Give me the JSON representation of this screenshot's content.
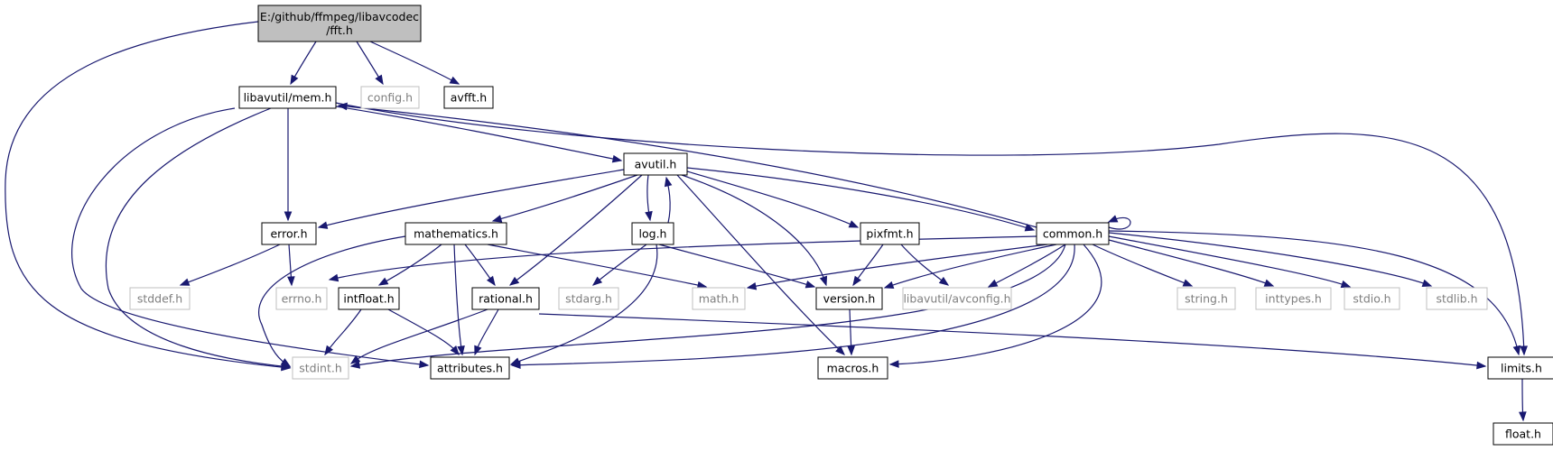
{
  "graph": {
    "nodes": [
      {
        "id": "fft",
        "lines": [
          "E:/github/ffmpeg/libavcodec",
          "/fft.h"
        ],
        "kind": "root"
      },
      {
        "id": "mem",
        "lines": [
          "libavutil/mem.h"
        ],
        "kind": "documented"
      },
      {
        "id": "config",
        "lines": [
          "config.h"
        ],
        "kind": "external"
      },
      {
        "id": "avfft",
        "lines": [
          "avfft.h"
        ],
        "kind": "documented"
      },
      {
        "id": "avutil",
        "lines": [
          "avutil.h"
        ],
        "kind": "documented"
      },
      {
        "id": "error",
        "lines": [
          "error.h"
        ],
        "kind": "documented"
      },
      {
        "id": "mathematics",
        "lines": [
          "mathematics.h"
        ],
        "kind": "documented"
      },
      {
        "id": "log",
        "lines": [
          "log.h"
        ],
        "kind": "documented"
      },
      {
        "id": "pixfmt",
        "lines": [
          "pixfmt.h"
        ],
        "kind": "documented"
      },
      {
        "id": "common",
        "lines": [
          "common.h"
        ],
        "kind": "documented"
      },
      {
        "id": "stddef",
        "lines": [
          "stddef.h"
        ],
        "kind": "external"
      },
      {
        "id": "errno",
        "lines": [
          "errno.h"
        ],
        "kind": "external"
      },
      {
        "id": "intfloat",
        "lines": [
          "intfloat.h"
        ],
        "kind": "documented"
      },
      {
        "id": "rational",
        "lines": [
          "rational.h"
        ],
        "kind": "documented"
      },
      {
        "id": "stdarg",
        "lines": [
          "stdarg.h"
        ],
        "kind": "external"
      },
      {
        "id": "math",
        "lines": [
          "math.h"
        ],
        "kind": "external"
      },
      {
        "id": "version",
        "lines": [
          "version.h"
        ],
        "kind": "documented"
      },
      {
        "id": "avconfig",
        "lines": [
          "libavutil/avconfig.h"
        ],
        "kind": "external"
      },
      {
        "id": "string",
        "lines": [
          "string.h"
        ],
        "kind": "external"
      },
      {
        "id": "inttypes",
        "lines": [
          "inttypes.h"
        ],
        "kind": "external"
      },
      {
        "id": "stdio",
        "lines": [
          "stdio.h"
        ],
        "kind": "external"
      },
      {
        "id": "stdlib",
        "lines": [
          "stdlib.h"
        ],
        "kind": "external"
      },
      {
        "id": "stdint",
        "lines": [
          "stdint.h"
        ],
        "kind": "external"
      },
      {
        "id": "attributes",
        "lines": [
          "attributes.h"
        ],
        "kind": "documented"
      },
      {
        "id": "macros",
        "lines": [
          "macros.h"
        ],
        "kind": "documented"
      },
      {
        "id": "limits",
        "lines": [
          "limits.h"
        ],
        "kind": "documented"
      },
      {
        "id": "float",
        "lines": [
          "float.h"
        ],
        "kind": "documented"
      }
    ],
    "edges": [
      [
        "fft",
        "mem"
      ],
      [
        "fft",
        "config"
      ],
      [
        "fft",
        "avfft"
      ],
      [
        "fft",
        "stdint"
      ],
      [
        "mem",
        "error"
      ],
      [
        "mem",
        "avutil"
      ],
      [
        "mem",
        "stdint"
      ],
      [
        "mem",
        "attributes"
      ],
      [
        "mem",
        "limits"
      ],
      [
        "avutil",
        "error"
      ],
      [
        "avutil",
        "mathematics"
      ],
      [
        "avutil",
        "log"
      ],
      [
        "avutil",
        "pixfmt"
      ],
      [
        "avutil",
        "common"
      ],
      [
        "avutil",
        "rational"
      ],
      [
        "avutil",
        "version"
      ],
      [
        "avutil",
        "macros"
      ],
      [
        "error",
        "stddef"
      ],
      [
        "error",
        "errno"
      ],
      [
        "mathematics",
        "stdint"
      ],
      [
        "mathematics",
        "intfloat"
      ],
      [
        "mathematics",
        "rational"
      ],
      [
        "mathematics",
        "attributes"
      ],
      [
        "mathematics",
        "math"
      ],
      [
        "log",
        "avutil"
      ],
      [
        "log",
        "stdarg"
      ],
      [
        "log",
        "version"
      ],
      [
        "log",
        "attributes"
      ],
      [
        "pixfmt",
        "version"
      ],
      [
        "pixfmt",
        "avconfig"
      ],
      [
        "common",
        "mem"
      ],
      [
        "common",
        "common"
      ],
      [
        "common",
        "errno"
      ],
      [
        "common",
        "math"
      ],
      [
        "common",
        "version"
      ],
      [
        "common",
        "avconfig"
      ],
      [
        "common",
        "string"
      ],
      [
        "common",
        "inttypes"
      ],
      [
        "common",
        "stdio"
      ],
      [
        "common",
        "stdlib"
      ],
      [
        "common",
        "limits"
      ],
      [
        "common",
        "stdint"
      ],
      [
        "common",
        "attributes"
      ],
      [
        "common",
        "macros"
      ],
      [
        "intfloat",
        "stdint"
      ],
      [
        "intfloat",
        "attributes"
      ],
      [
        "rational",
        "stdint"
      ],
      [
        "rational",
        "attributes"
      ],
      [
        "rational",
        "limits"
      ],
      [
        "version",
        "macros"
      ],
      [
        "limits",
        "float"
      ]
    ]
  },
  "colors": {
    "edge": "#191970",
    "root_fill": "#bfbfbf",
    "documented_border": "#000000",
    "external_border": "#bfbfbf",
    "external_text": "#7f7f7f"
  }
}
